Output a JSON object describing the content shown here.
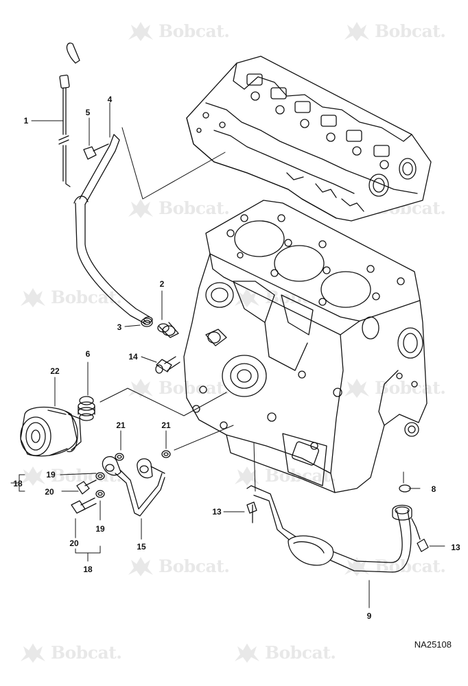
{
  "diagram": {
    "figure_id": "NA25108",
    "watermark_text": "Bobcat.",
    "line_color": "#111111",
    "watermark_color": "#555555",
    "background_color": "#ffffff",
    "callouts": [
      {
        "key": "c1",
        "label": "1"
      },
      {
        "key": "c5",
        "label": "5"
      },
      {
        "key": "c4",
        "label": "4"
      },
      {
        "key": "c2",
        "label": "2"
      },
      {
        "key": "c3",
        "label": "3"
      },
      {
        "key": "c6",
        "label": "6"
      },
      {
        "key": "c14",
        "label": "14"
      },
      {
        "key": "c22",
        "label": "22"
      },
      {
        "key": "c21a",
        "label": "21"
      },
      {
        "key": "c21b",
        "label": "21"
      },
      {
        "key": "c19a",
        "label": "19"
      },
      {
        "key": "c18a",
        "label": "18"
      },
      {
        "key": "c20a",
        "label": "20"
      },
      {
        "key": "c20b",
        "label": "20"
      },
      {
        "key": "c19b",
        "label": "19"
      },
      {
        "key": "c15",
        "label": "15"
      },
      {
        "key": "c18b",
        "label": "18"
      },
      {
        "key": "c8",
        "label": "8"
      },
      {
        "key": "c13a",
        "label": "13"
      },
      {
        "key": "c13b",
        "label": "13"
      },
      {
        "key": "c9",
        "label": "9"
      }
    ]
  }
}
